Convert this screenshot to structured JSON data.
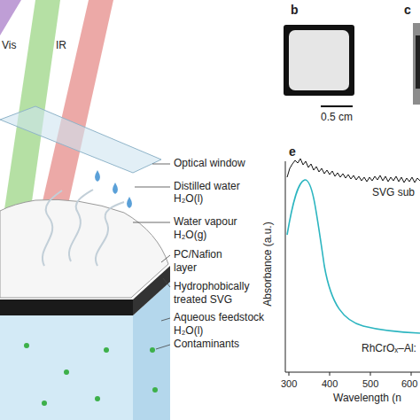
{
  "diagram": {
    "labels": [
      "Vis",
      "IR",
      "Optical window",
      "Distilled water",
      "H₂O(l)",
      "Water vapour",
      "H₂O(g)",
      "PC/Nafion",
      "layer",
      "Hydrophobically",
      "treated SVG",
      "Aqueous feedstock",
      "H₂O(l)",
      "Contaminants",
      "b",
      "c",
      "0.5 cm",
      "e",
      "SVG sub",
      "RhCrOₓ–Al:",
      "Absorbance (a.u.)",
      "300",
      "400",
      "500",
      "600",
      "Wavelength (n"
    ]
  }
}
